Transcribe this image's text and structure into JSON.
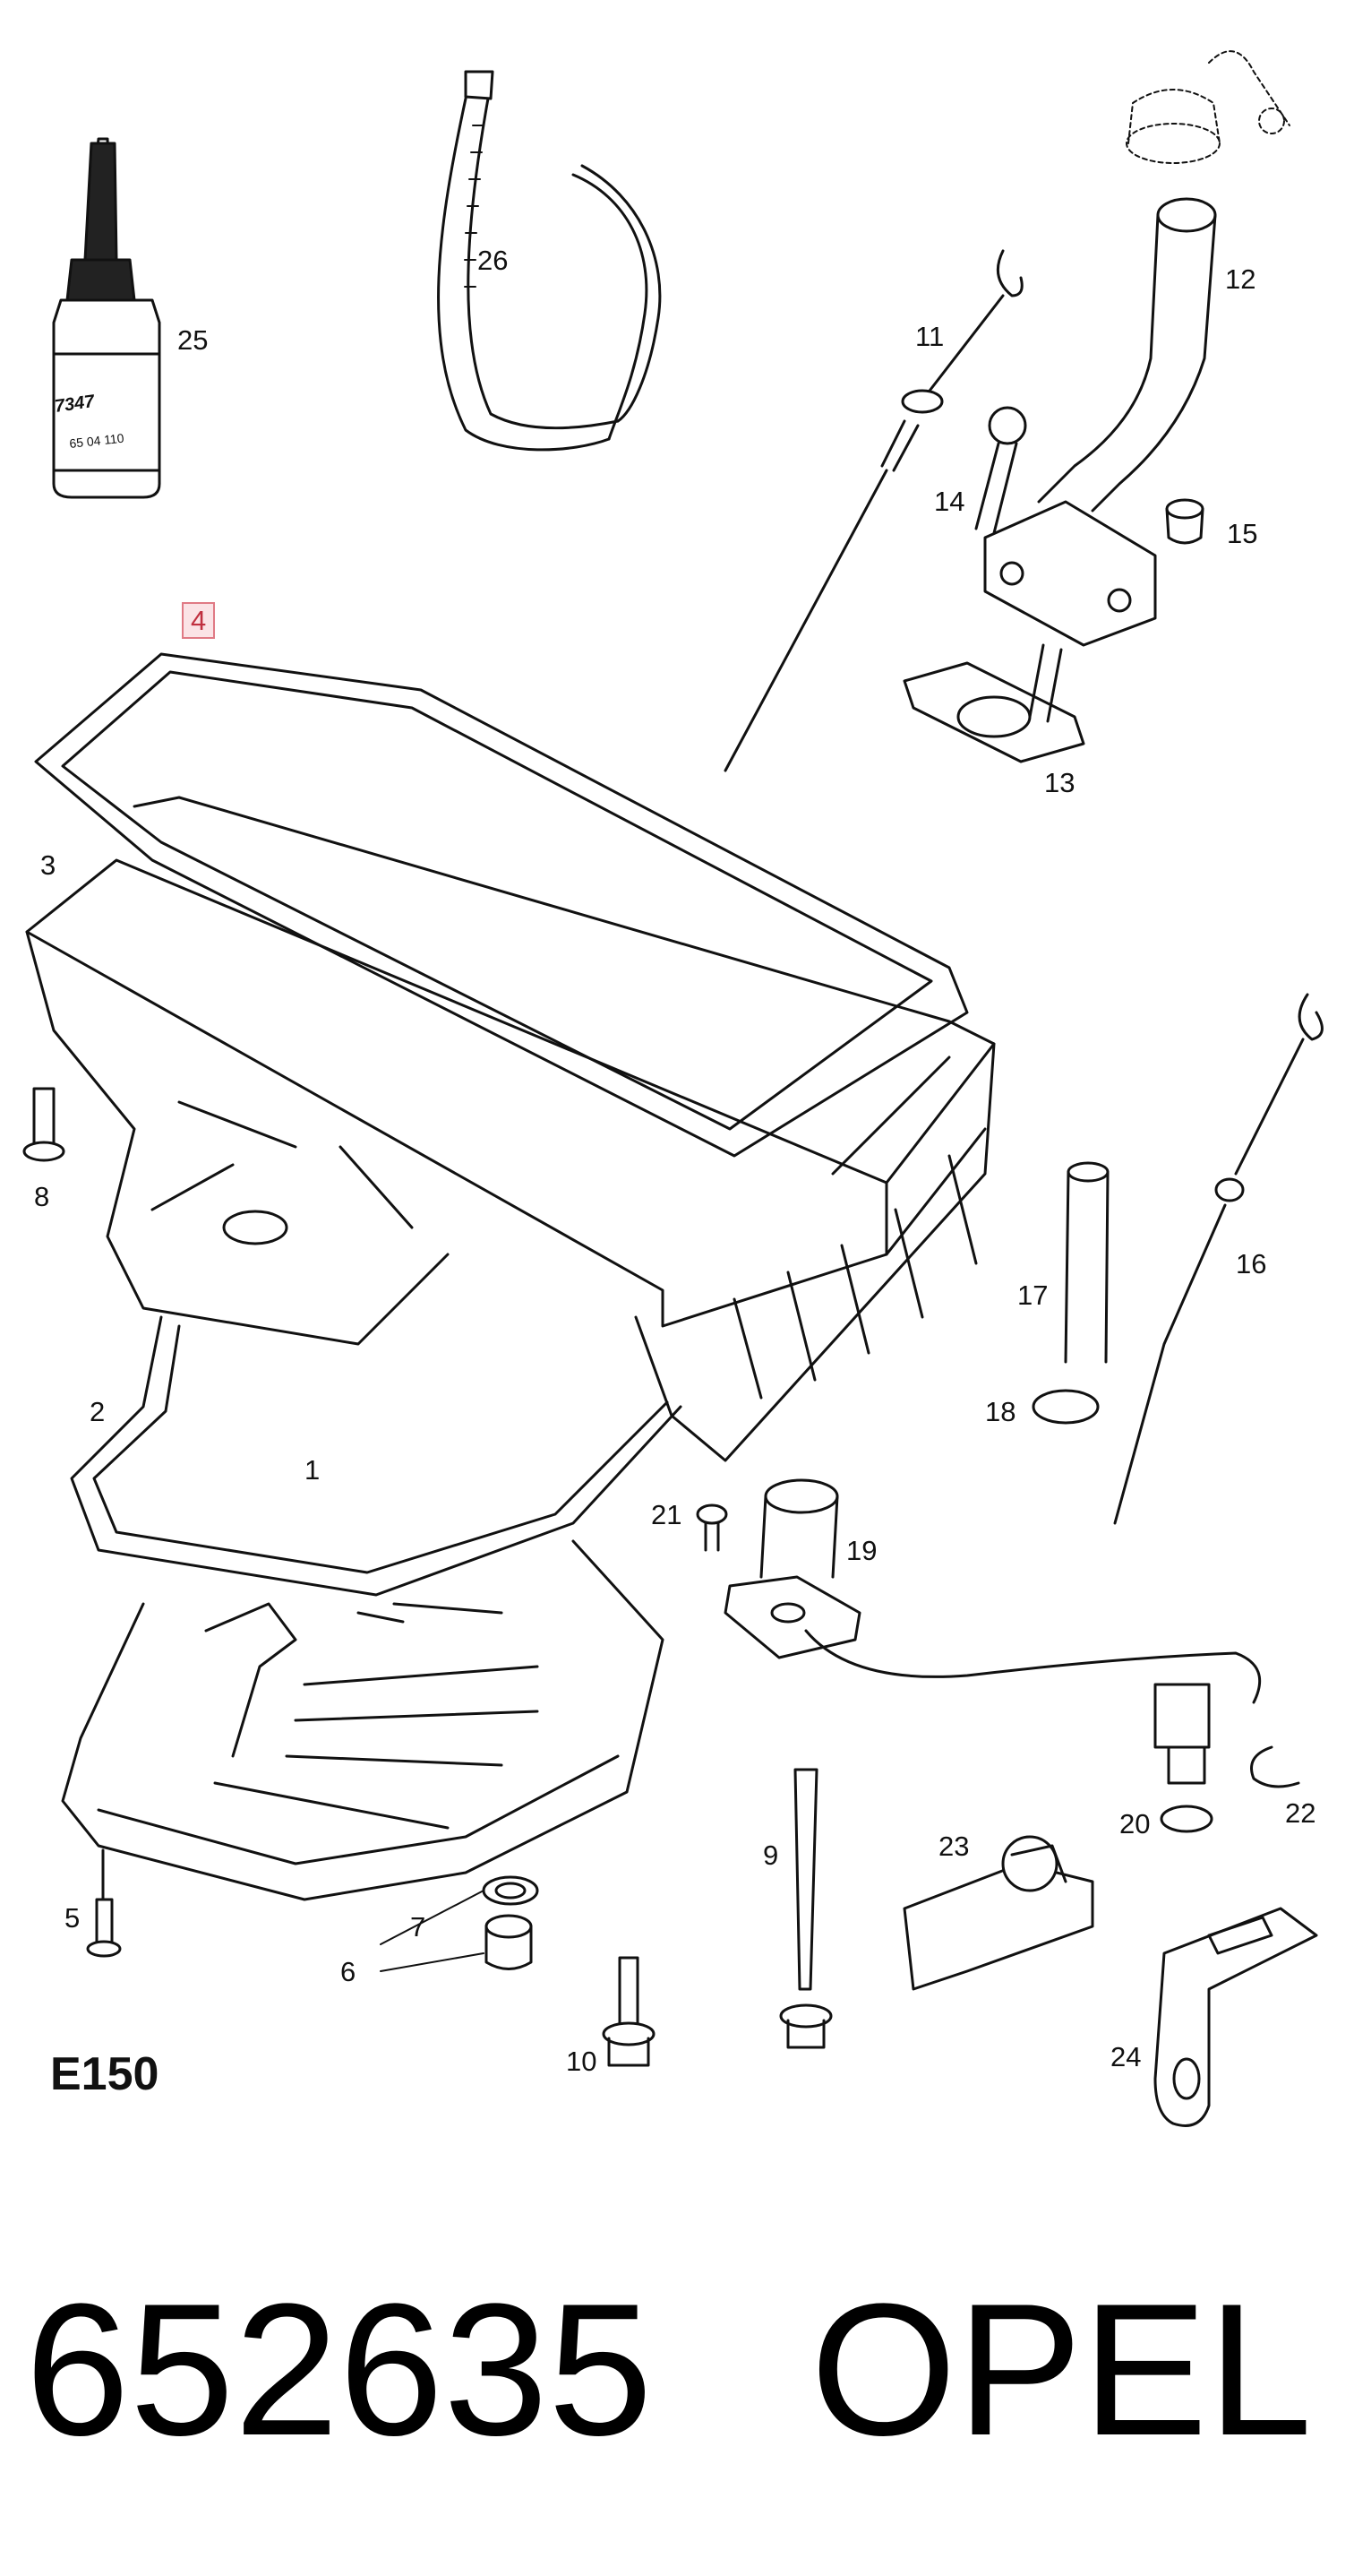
{
  "diagram": {
    "code": "E150",
    "highlighted_part": "4",
    "callouts": {
      "p1": "1",
      "p2": "2",
      "p3": "3",
      "p4": "4",
      "p5": "5",
      "p6": "6",
      "p7": "7",
      "p8": "8",
      "p9": "9",
      "p10": "10",
      "p11": "11",
      "p12": "12",
      "p13": "13",
      "p14": "14",
      "p15": "15",
      "p16": "16",
      "p17": "17",
      "p18": "18",
      "p19": "19",
      "p20": "20",
      "p21": "21",
      "p22": "22",
      "p23": "23",
      "p24": "24",
      "p25": "25",
      "p26": "26"
    },
    "bottle_text": {
      "line1": "7347",
      "line2": "65 04 110"
    }
  },
  "footer": {
    "part_number": "652635",
    "brand": "OPEL"
  },
  "colors": {
    "line": "#111111",
    "highlight_border": "#e07a85",
    "highlight_fill": "#fbe3e6"
  }
}
